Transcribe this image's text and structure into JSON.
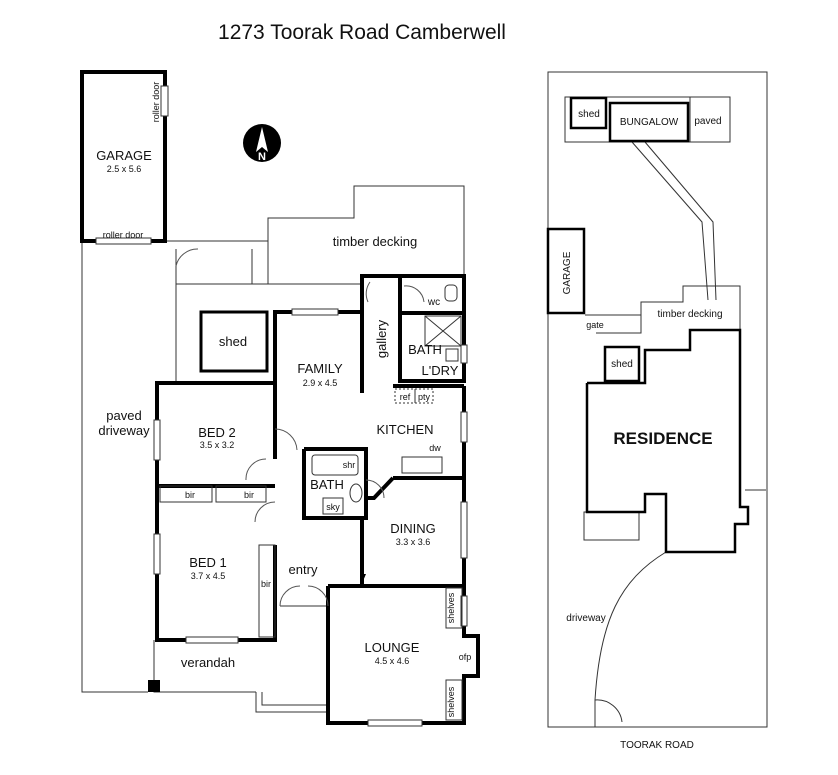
{
  "title": "1273 Toorak Road Camberwell",
  "floor_plan": {
    "rooms": [
      {
        "id": "garage",
        "name": "GARAGE",
        "size": "2.5 x 5.6"
      },
      {
        "id": "family",
        "name": "FAMILY",
        "size": "2.9 x 4.5"
      },
      {
        "id": "bed2",
        "name": "BED 2",
        "size": "3.5 x 3.2"
      },
      {
        "id": "bed1",
        "name": "BED 1",
        "size": "3.7 x 4.5"
      },
      {
        "id": "dining",
        "name": "DINING",
        "size": "3.3 x 3.6"
      },
      {
        "id": "lounge",
        "name": "LOUNGE",
        "size": "4.5 x 4.6"
      }
    ],
    "labels": {
      "roller_door_top": "roller door",
      "roller_door_bottom": "roller door",
      "timber_decking": "timber decking",
      "shed": "shed",
      "wc": "wc",
      "gallery": "gallery",
      "bath_upper": "BATH",
      "ldry": "L'DRY",
      "ref": "ref",
      "pty": "pty",
      "kitchen": "KITCHEN",
      "dw": "dw",
      "paved_driveway_1": "paved",
      "paved_driveway_2": "driveway",
      "bir_left": "bir",
      "bir_right": "bir",
      "bir_bed1": "bir",
      "shr": "shr",
      "bath_lower": "BATH",
      "sky": "sky",
      "entry": "entry",
      "shelves_top": "shelves",
      "shelves_bottom": "shelves",
      "ofp": "ofp",
      "verandah": "verandah"
    }
  },
  "site_plan": {
    "labels": {
      "shed_back": "shed",
      "bungalow": "BUNGALOW",
      "paved": "paved",
      "garage": "GARAGE",
      "gate": "gate",
      "timber_decking": "timber decking",
      "shed_front": "shed",
      "residence": "RESIDENCE",
      "driveway": "driveway",
      "street": "TOORAK ROAD"
    }
  }
}
